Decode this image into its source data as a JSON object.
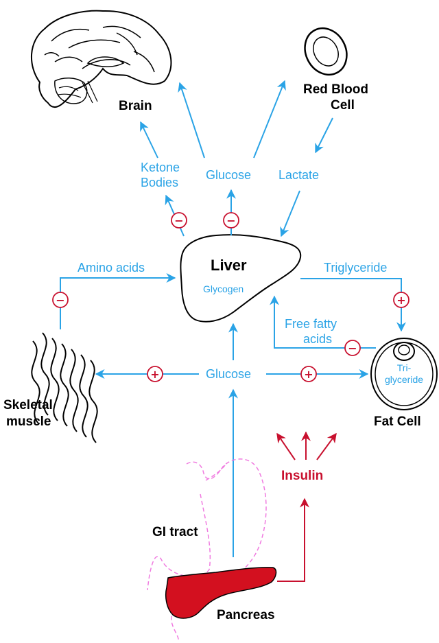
{
  "organs": {
    "brain": "Brain",
    "rbc_line1": "Red Blood",
    "rbc_line2": "Cell",
    "liver": "Liver",
    "glycogen": "Glycogen",
    "skeletal_line1": "Skeletal",
    "skeletal_line2": "muscle",
    "fat_cell": "Fat Cell",
    "fat_inner_line1": "Tri-",
    "fat_inner_line2": "glyceride",
    "gi_tract": "GI tract",
    "pancreas": "Pancreas"
  },
  "flows": {
    "ketone_line1": "Ketone",
    "ketone_line2": "Bodies",
    "glucose_top": "Glucose",
    "lactate": "Lactate",
    "amino_acids": "Amino acids",
    "triglyceride": "Triglyceride",
    "ffa_line1": "Free fatty",
    "ffa_line2": "acids",
    "glucose_center": "Glucose",
    "insulin": "Insulin"
  },
  "signs": {
    "minus": "−",
    "plus": "+"
  },
  "colors": {
    "flow": "#2aa3e6",
    "insulin": "#c8102e",
    "pancreas_fill": "#d3101f",
    "gi_tract_dash": "#f07be0"
  },
  "icons": [
    "brain-icon",
    "red-blood-cell-icon",
    "liver-icon",
    "muscle-icon",
    "fat-cell-icon",
    "stomach-icon",
    "pancreas-icon"
  ]
}
